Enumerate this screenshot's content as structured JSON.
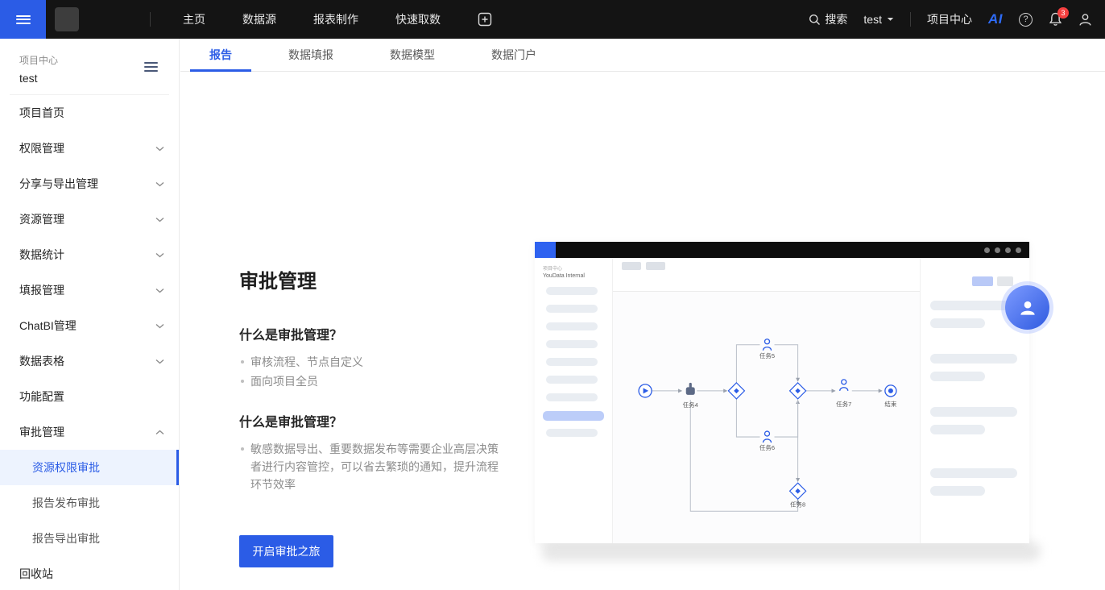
{
  "colors": {
    "accent": "#2b5ce6",
    "topnav_bg": "#141414",
    "notification_red": "#f53f3f",
    "sidebar_active_bg": "#edf3fe"
  },
  "icons": {
    "topnav": [
      "menu-icon",
      "plus-square-icon",
      "search-icon",
      "caret-down-icon",
      "ai-logo",
      "question-circle-icon",
      "bell-icon",
      "user-icon"
    ],
    "sidebar": [
      "collapse-icon",
      "chevron-down-icon",
      "chevron-up-icon"
    ]
  },
  "topnav": {
    "menu": [
      {
        "label": "主页"
      },
      {
        "label": "数据源"
      },
      {
        "label": "报表制作"
      },
      {
        "label": "快速取数"
      }
    ],
    "search_label": "搜索",
    "user_name": "test",
    "project_center_label": "项目中心",
    "ai_logo_text": "AI",
    "help_glyph": "?",
    "notification_count": "3"
  },
  "sidebar": {
    "section_label": "项目中心",
    "project_name": "test",
    "items": [
      {
        "label": "项目首页"
      },
      {
        "label": "权限管理"
      },
      {
        "label": "分享与导出管理"
      },
      {
        "label": "资源管理"
      },
      {
        "label": "数据统计"
      },
      {
        "label": "填报管理"
      },
      {
        "label": "ChatBI管理"
      },
      {
        "label": "数据表格"
      },
      {
        "label": "功能配置"
      },
      {
        "label": "审批管理"
      },
      {
        "label": "资源权限审批"
      },
      {
        "label": "报告发布审批"
      },
      {
        "label": "报告导出审批"
      },
      {
        "label": "回收站"
      }
    ],
    "active_item": "资源权限审批"
  },
  "tabs": {
    "items": [
      {
        "label": "报告"
      },
      {
        "label": "数据填报"
      },
      {
        "label": "数据模型"
      },
      {
        "label": "数据门户"
      }
    ],
    "active_index": 0
  },
  "content": {
    "title": "审批管理",
    "section1": {
      "heading": "什么是审批管理？",
      "bullets": [
        "审核流程、节点自定义",
        "面向项目全员"
      ]
    },
    "section2": {
      "heading": "什么是审批管理？",
      "bullets": [
        "敏感数据导出、重要数据发布等需要企业高层决策者进行内容管控，可以省去繁琐的通知，提升流程环节效率"
      ]
    },
    "cta": "开启审批之旅"
  },
  "illustration": {
    "mini_sidebar": {
      "section_label": "项目中心",
      "project_name": "YouData Internal"
    },
    "flow": {
      "task_hand": "任务4",
      "task_top": "任务5",
      "task_bottom": "任务6",
      "task_right": "任务7",
      "end": "结束",
      "task_diamond": "任务8"
    }
  }
}
